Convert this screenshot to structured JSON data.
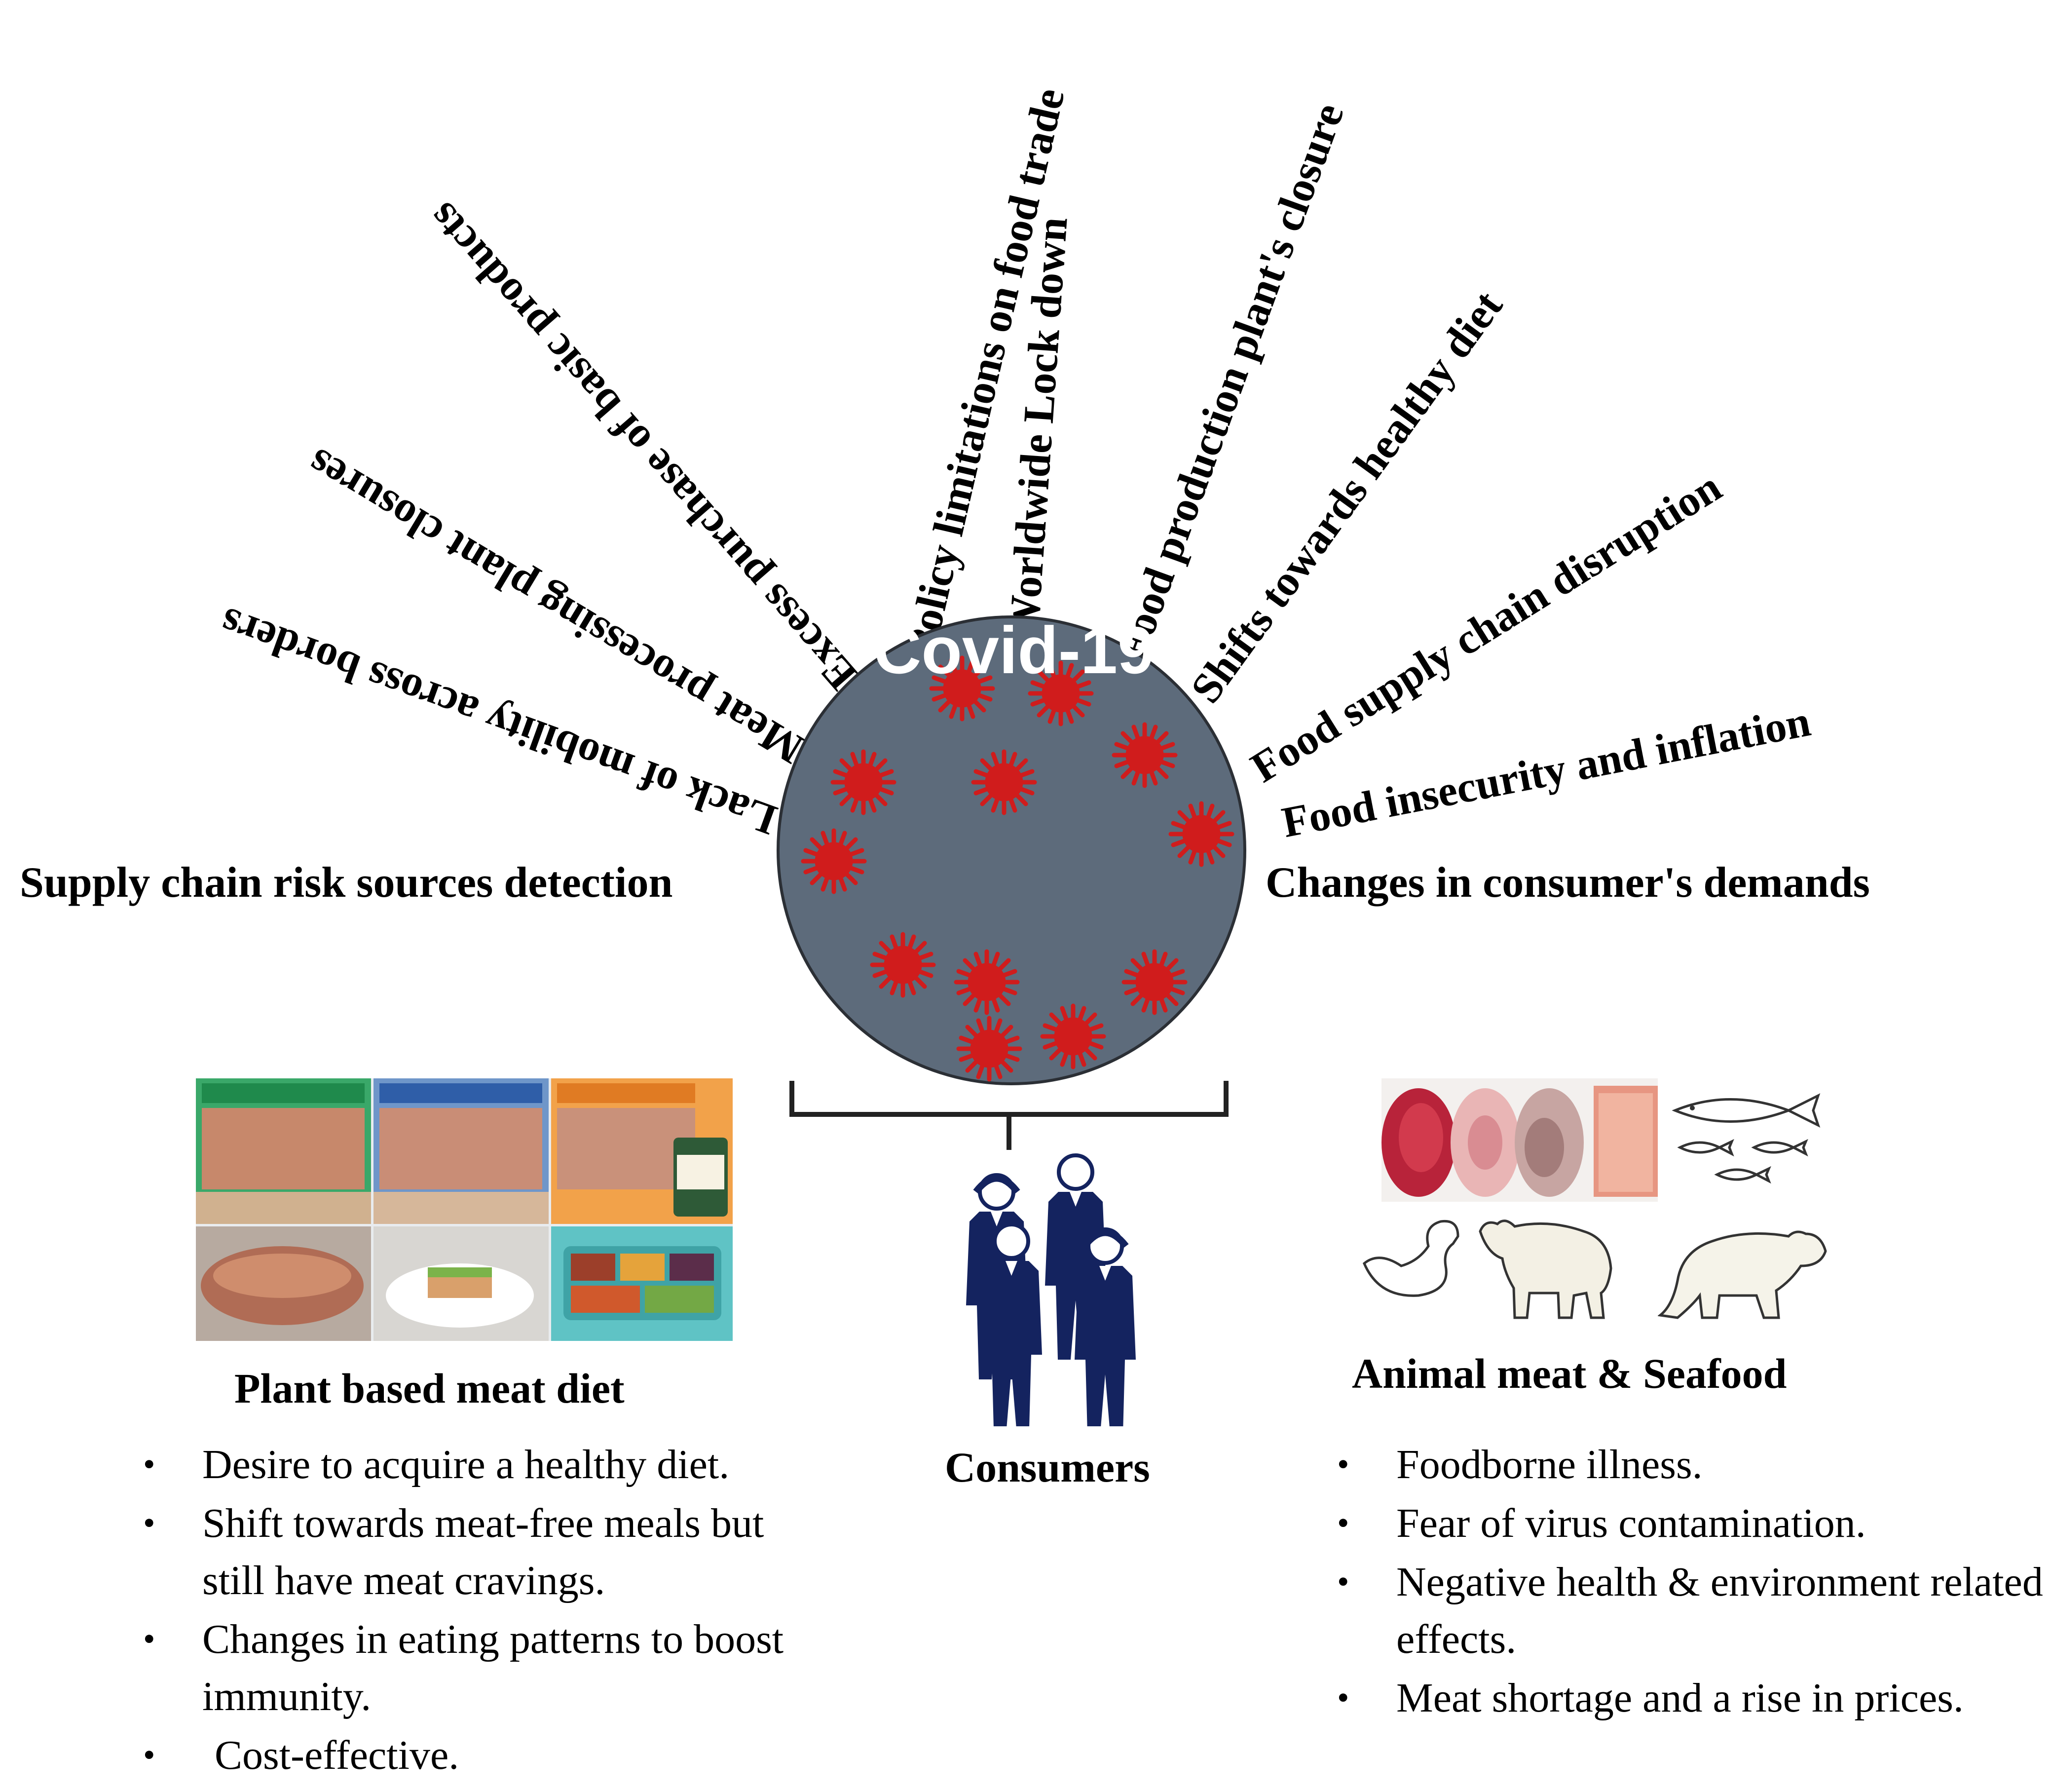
{
  "center": {
    "title": "Covid-19",
    "fill": "#5d6b7b",
    "virus_color": "#d01c1c"
  },
  "left_factors": [
    "Supply chain risk sources detection",
    "Lack of mobility across borders",
    "Meat processing plant closures",
    "Excess purchase of basic products",
    "Policy limitations on food trade"
  ],
  "right_factors": [
    "Worldwide Lock down",
    "Food production plant's closure",
    "Shifts towards healthy diet",
    "Food supply chain disruption",
    "Food insecurity and inflation",
    "Changes in consumer's demands"
  ],
  "plant": {
    "title": "Plant based meat diet",
    "bullets": [
      "Desire to acquire a healthy diet.",
      "Shift towards meat-free meals but still have meat cravings.",
      "Changes in eating patterns to boost immunity.",
      "Cost-effective."
    ]
  },
  "consumers": {
    "label": "Consumers",
    "figure_color": "#14235f"
  },
  "animal": {
    "title": "Animal meat & Seafood",
    "bullets": [
      "Foodborne illness.",
      "Fear of virus contamination.",
      "Negative health & environment related effects.",
      "Meat shortage and a rise in prices."
    ]
  }
}
